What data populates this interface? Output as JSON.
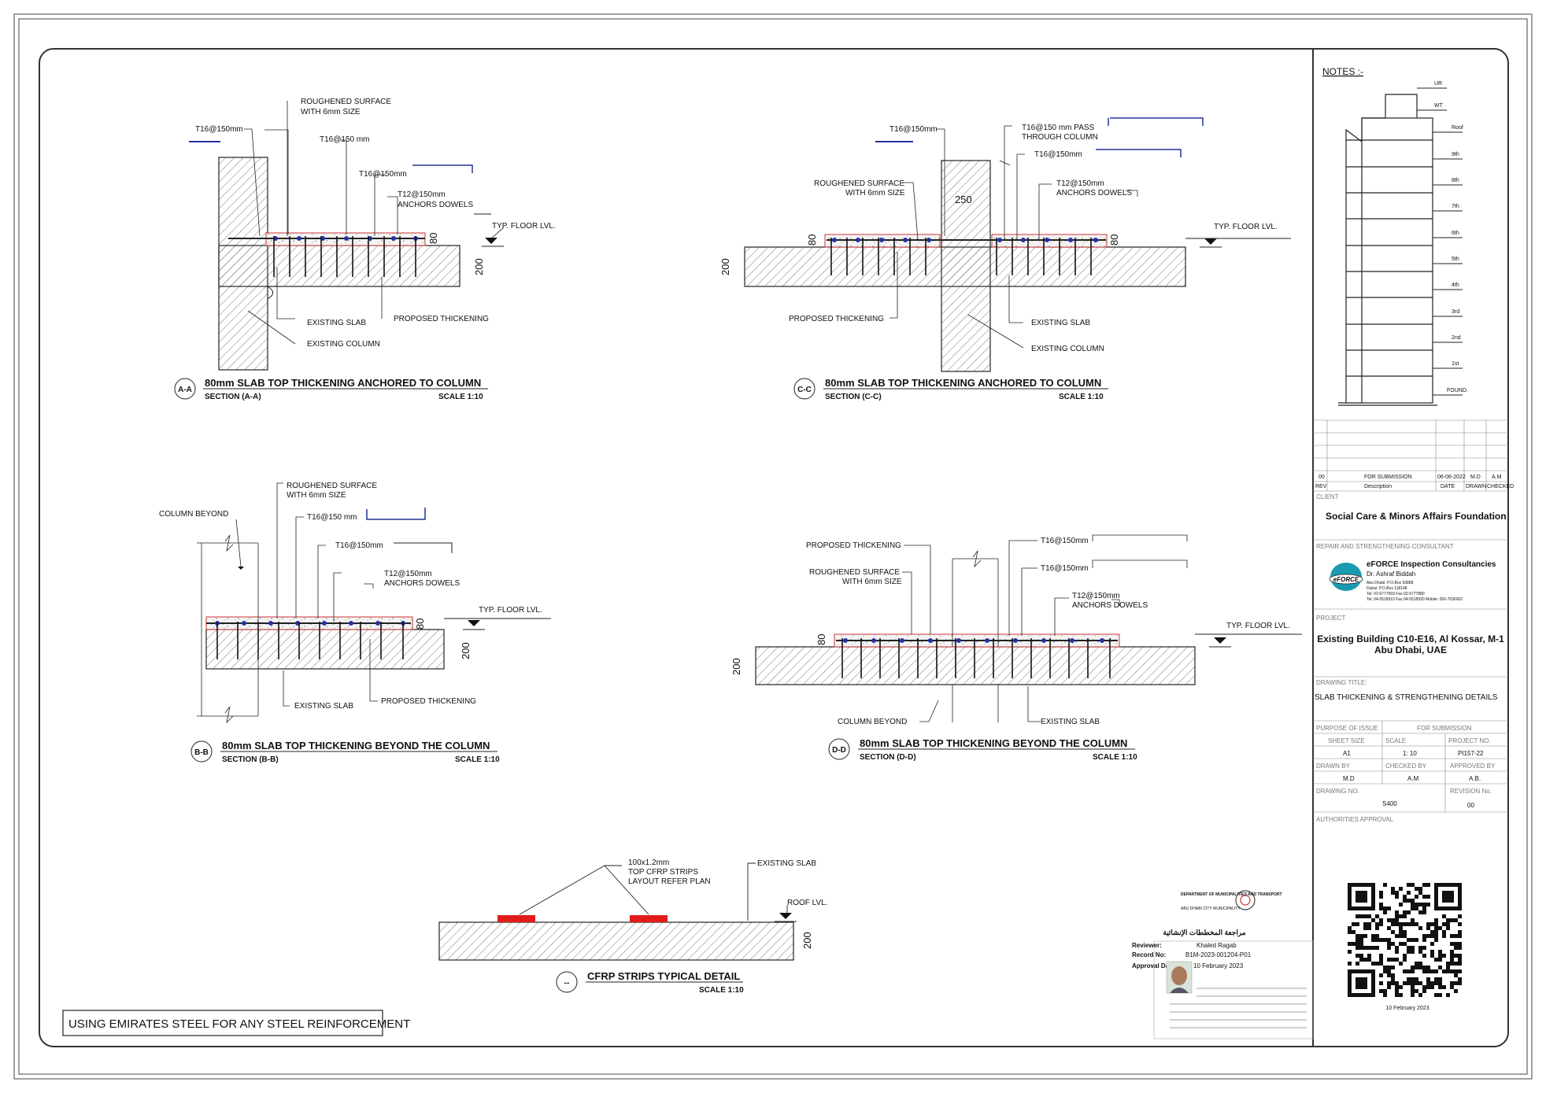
{
  "sections": {
    "aa": {
      "tag": "A-A",
      "title": "80mm SLAB TOP THICKENING ANCHORED TO COLUMN",
      "section": "SECTION (A-A)",
      "scale": "SCALE 1:10",
      "labels": {
        "roughened": "ROUGHENED SURFACE",
        "roughened2": "WITH 6mm SIZE",
        "t16a": "T16@150mm",
        "t16b": "T16@150 mm",
        "t16c": "T16@150mm",
        "t12": "T12@150mm",
        "dowels": "ANCHORS DOWELS",
        "floor": "TYP. FLOOR LVL.",
        "exslab": "EXISTING SLAB",
        "excol": "EXISTING COLUMN",
        "prop": "PROPOSED THICKENING",
        "d80": "80",
        "d200": "200"
      }
    },
    "cc": {
      "tag": "C-C",
      "title": "80mm SLAB TOP THICKENING ANCHORED TO COLUMN",
      "section": "SECTION (C-C)",
      "scale": "SCALE 1:10",
      "labels": {
        "t16a": "T16@150mm",
        "pass": "T16@150 mm PASS",
        "pass2": "THROUGH COLUMN",
        "t16b": "T16@150mm",
        "t12": "T12@150mm",
        "dowels": "ANCHORS DOWELS",
        "roughened": "ROUGHENED SURFACE",
        "roughened2": "WITH 6mm SIZE",
        "d250": "250",
        "floor": "TYP. FLOOR LVL.",
        "prop": "PROPOSED THICKENING",
        "exslab": "EXISTING SLAB",
        "excol": "EXISTING COLUMN",
        "d80a": "80",
        "d80b": "80",
        "d200": "200"
      }
    },
    "bb": {
      "tag": "B-B",
      "title": "80mm SLAB TOP THICKENING BEYOND THE COLUMN",
      "section": "SECTION (B-B)",
      "scale": "SCALE 1:10",
      "labels": {
        "roughened": "ROUGHENED SURFACE",
        "roughened2": "WITH 6mm SIZE",
        "colbeyond": "COLUMN BEYOND",
        "t16a": "T16@150 mm",
        "t16b": "T16@150mm",
        "t12": "T12@150mm",
        "dowels": "ANCHORS DOWELS",
        "floor": "TYP. FLOOR LVL.",
        "exslab": "EXISTING SLAB",
        "prop": "PROPOSED THICKENING",
        "d80": "80",
        "d200": "200"
      }
    },
    "dd": {
      "tag": "D-D",
      "title": "80mm SLAB TOP THICKENING BEYOND THE COLUMN",
      "section": "SECTION (D-D)",
      "scale": "SCALE 1:10",
      "labels": {
        "prop": "PROPOSED THICKENING",
        "roughened": "ROUGHENED SURFACE",
        "roughened2": "WITH 6mm SIZE",
        "t16a": "T16@150mm",
        "t16b": "T16@150mm",
        "t12": "T12@150mm",
        "dowels": "ANCHORS DOWELS",
        "floor": "TYP. FLOOR LVL.",
        "colbeyond": "COLUMN BEYOND",
        "exslab": "EXISTING SLAB",
        "d80": "80",
        "d200": "200"
      }
    },
    "cfrp": {
      "tag": "--",
      "title": "CFRP STRIPS TYPICAL DETAIL",
      "scale": "SCALE 1:10",
      "labels": {
        "strips1": "100x1.2mm",
        "strips2": "TOP CFRP STRIPS",
        "strips3": "LAYOUT REFER PLAN",
        "exslab": "EXISTING SLAB",
        "roof": "ROOF LVL.",
        "d200": "200"
      }
    }
  },
  "note_box": "USING EMIRATES STEEL FOR ANY STEEL REINFORCEMENT",
  "title_block": {
    "notes_heading": "NOTES :-",
    "levels": [
      "UR",
      "WT",
      "Roof",
      "9th",
      "8th",
      "7th",
      "6th",
      "5th",
      "4th",
      "3rd",
      "2nd",
      "1st",
      "FOUND."
    ],
    "revision": {
      "rev": "00",
      "description": "FOR SUBMISSION",
      "date": "06-06-2022",
      "drawn": "M.D",
      "checked": "A.M"
    },
    "revision_headers": {
      "rev": "REV",
      "description": "Description",
      "date": "DATE",
      "drawn": "DRAWN",
      "checked": "CHECKED"
    },
    "client_label": "CLIENT",
    "client": "Social Care & Minors Affairs Foundation",
    "consultant_label": "REPAIR AND STRENGTHENING CONSULTANT",
    "consultant": {
      "logo_text": "eFORCE",
      "name": "eFORCE Inspection Consultancies",
      "person": "Dr. Ashraf Biddah",
      "line1": "Abu Dhabi: P.O.Box 93888",
      "line2": "Dubai: P.O.Box 118148",
      "line3": "Tel: 02-6777993  Fax 02-6777880",
      "line4": "Tel: 04-5518910  Fax 04-5518920  Mobile: 050-7636002"
    },
    "project_label": "PROJECT",
    "project_line1": "Existing Building C10-E16, Al Kossar, M-1",
    "project_line2": "Abu Dhabi, UAE",
    "drawing_title_label": "DRAWING TITLE:",
    "drawing_title": "SLAB THICKENING & STRENGTHENING DETAILS",
    "purpose_label": "PURPOSE OF ISSUE",
    "purpose": "FOR SUBMISSION",
    "sheet_size_label": "SHEET SIZE",
    "sheet_size": "A1",
    "scale_label": "SCALE",
    "scale": "1: 10",
    "project_no_label": "PROJECT NO.",
    "project_no": "PI157-22",
    "drawn_by_label": "DRAWN BY",
    "drawn_by": "M.D",
    "checked_by_label": "CHECKED BY",
    "checked_by": "A.M",
    "approved_by_label": "APPROVED BY",
    "approved_by": "A.B.",
    "drawing_no_label": "DRAWING NO.",
    "drawing_no": "S400",
    "revision_no_label": "REVISION No.",
    "revision_no": "00",
    "authorities_label": "AUTHORITIES APPROVAL",
    "qr_date": "10 February 2023"
  },
  "stamp": {
    "heading_ar": "مراجعة المخططات الإنشائية",
    "reviewer_label": "Reviewer:",
    "reviewer": "Khaled Ragab",
    "record_label": "Record No:",
    "record": "B1M-2023-001204-P01",
    "approval_label": "Approval Date:",
    "approval": "10 February 2023",
    "dept_en": "DEPARTMENT OF MUNICIPALITIES AND TRANSPORT",
    "dept_en2": "ABU DHABI CITY MUNICIPALITY"
  }
}
